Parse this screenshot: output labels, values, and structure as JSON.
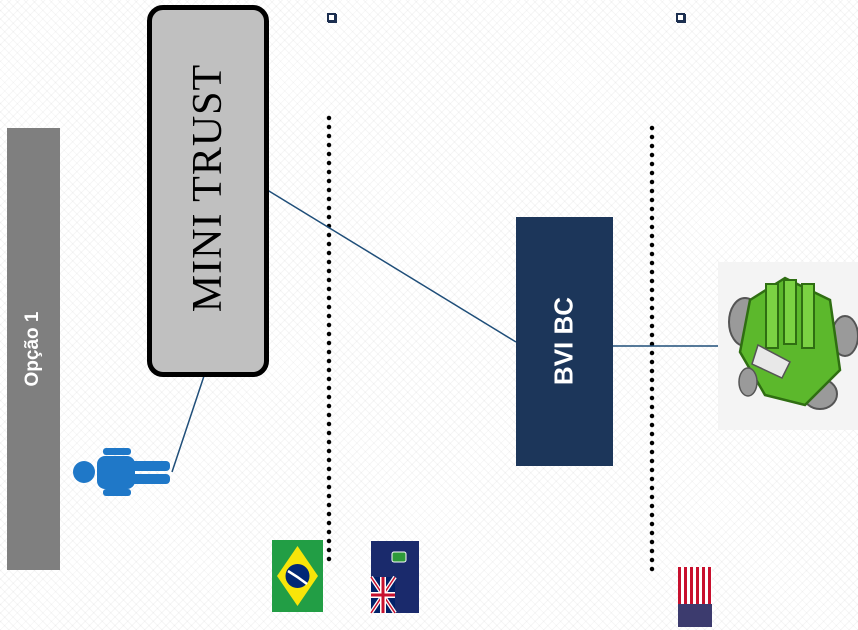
{
  "diagram": {
    "side_label": "Opção 1",
    "trust_label": "MINI TRUST",
    "company_label": "BVI BC"
  },
  "icons": [
    "person-icon",
    "truck-icon",
    "brazil-flag-icon",
    "bvi-flag-icon",
    "usa-flag-icon",
    "bullet-icon"
  ],
  "colors": {
    "sidebar": "#7f7f7f",
    "trust_fill": "#c0c0c0",
    "company_fill": "#1c365a",
    "connector": "#1f4e79",
    "person": "#1f78c8",
    "truck": "#5cb82c"
  }
}
